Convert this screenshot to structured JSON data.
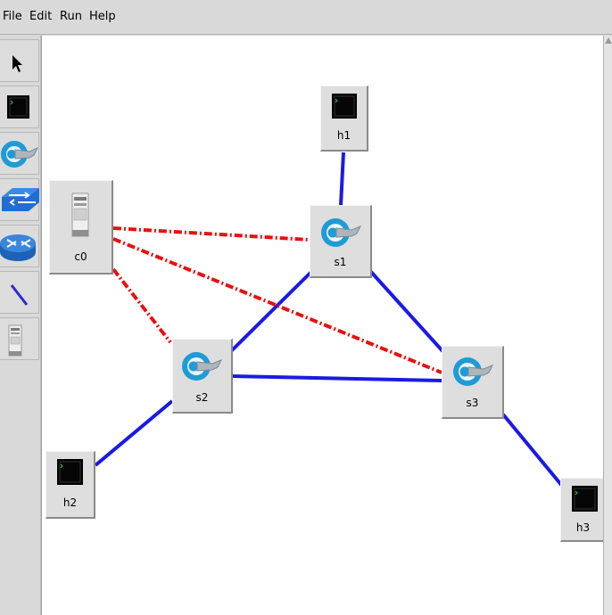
{
  "menu": {
    "items": [
      "File",
      "Edit",
      "Run",
      "Help"
    ]
  },
  "toolbar": {
    "tools": [
      {
        "name": "select-tool",
        "icon": "arrow-pointer-icon"
      },
      {
        "name": "host-tool",
        "icon": "terminal-icon"
      },
      {
        "name": "switch-tool",
        "icon": "switch-swirl-icon"
      },
      {
        "name": "legacy-switch-tool",
        "icon": "legacy-switch-icon"
      },
      {
        "name": "router-tool",
        "icon": "router-icon"
      },
      {
        "name": "link-tool",
        "icon": "link-line-icon"
      },
      {
        "name": "controller-tool",
        "icon": "server-icon"
      }
    ]
  },
  "nodes": {
    "h1": {
      "label": "h1",
      "kind": "host"
    },
    "c0": {
      "label": "c0",
      "kind": "controller"
    },
    "s1": {
      "label": "s1",
      "kind": "switch"
    },
    "s2": {
      "label": "s2",
      "kind": "switch"
    },
    "s3": {
      "label": "s3",
      "kind": "switch"
    },
    "h2": {
      "label": "h2",
      "kind": "host"
    },
    "h3": {
      "label": "h3",
      "kind": "host"
    }
  },
  "links": {
    "data": [
      [
        "h1",
        "s1"
      ],
      [
        "s1",
        "s2"
      ],
      [
        "s1",
        "s3"
      ],
      [
        "s2",
        "s3"
      ],
      [
        "s2",
        "h2"
      ],
      [
        "s3",
        "h3"
      ]
    ],
    "control": [
      [
        "c0",
        "s1"
      ],
      [
        "c0",
        "s2"
      ],
      [
        "c0",
        "s3"
      ]
    ]
  },
  "colors": {
    "data_link": "#1a1ae6",
    "control_link": "#e81010",
    "canvas": "#ffffff",
    "chrome": "#d9d9d9"
  }
}
